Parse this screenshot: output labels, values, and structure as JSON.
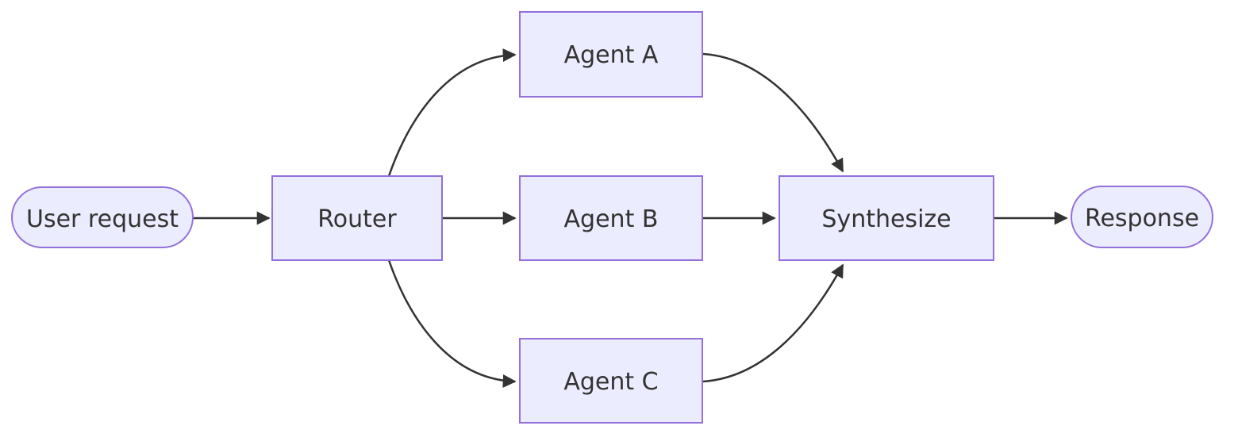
{
  "diagram": {
    "type": "flowchart",
    "direction": "left-to-right",
    "nodes": {
      "user_request": {
        "label": "User request",
        "shape": "stadium"
      },
      "router": {
        "label": "Router",
        "shape": "rectangle"
      },
      "agent_a": {
        "label": "Agent A",
        "shape": "rectangle"
      },
      "agent_b": {
        "label": "Agent B",
        "shape": "rectangle"
      },
      "agent_c": {
        "label": "Agent C",
        "shape": "rectangle"
      },
      "synthesize": {
        "label": "Synthesize",
        "shape": "rectangle"
      },
      "response": {
        "label": "Response",
        "shape": "stadium"
      }
    },
    "edges": [
      {
        "from": "user_request",
        "to": "router",
        "style": "straight-arrow"
      },
      {
        "from": "router",
        "to": "agent_a",
        "style": "curved-arrow"
      },
      {
        "from": "router",
        "to": "agent_b",
        "style": "straight-arrow"
      },
      {
        "from": "router",
        "to": "agent_c",
        "style": "curved-arrow"
      },
      {
        "from": "agent_a",
        "to": "synthesize",
        "style": "curved-arrow"
      },
      {
        "from": "agent_b",
        "to": "synthesize",
        "style": "straight-arrow"
      },
      {
        "from": "agent_c",
        "to": "synthesize",
        "style": "curved-arrow"
      },
      {
        "from": "synthesize",
        "to": "response",
        "style": "straight-arrow"
      }
    ]
  },
  "theme": {
    "node_fill": "#ECECFF",
    "node_border": "#9370DB",
    "text_color": "#333333",
    "edge_color": "#333333",
    "background": "#FFFFFF"
  }
}
